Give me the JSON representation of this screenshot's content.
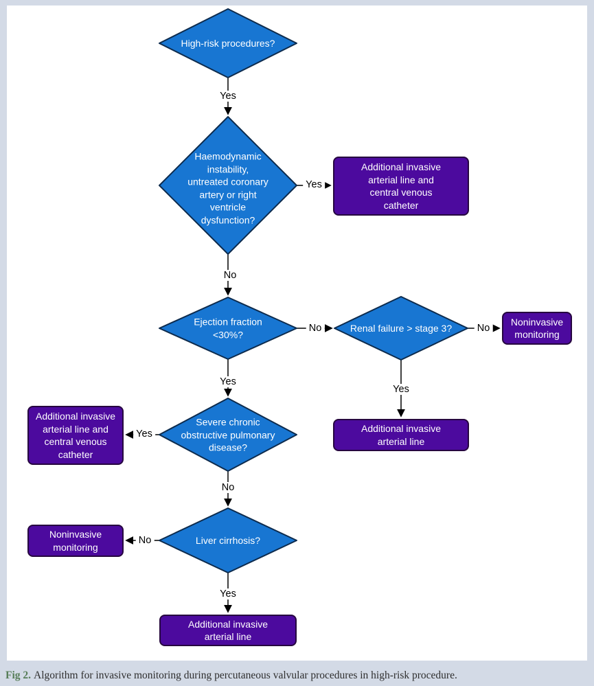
{
  "colors": {
    "decision_fill": "#1876d2",
    "decision_border": "#0d2b4d",
    "action_fill": "#4c0a9e",
    "action_border": "#26063f",
    "frame_background": "#d3dae6",
    "caption_label_green": "#567d57",
    "connector_black": "#000000",
    "node_text_white": "#ffffff"
  },
  "flowchart": {
    "decisions": {
      "high_risk": "High-risk procedures?",
      "haemodynamic": "Haemodynamic\ninstability,\nuntreated coronary\nartery or right\nventricle\ndysfunction?",
      "ejection": "Ejection fraction\n<30%?",
      "renal": "Renal failure > stage 3?",
      "copd": "Severe chronic\nobstructive pulmonary\ndisease?",
      "liver": "Liver cirrhosis?"
    },
    "actions": {
      "art_cvc_right": "Additional invasive\narterial line and\ncentral venous\ncatheter",
      "noninvasive_right": "Noninvasive\nmonitoring",
      "art_line_mid": "Additional invasive\narterial line",
      "art_cvc_left": "Additional invasive\narterial line and\ncentral venous\ncatheter",
      "noninvasive_left": "Noninvasive\nmonitoring",
      "art_line_bottom": "Additional invasive\narterial line"
    },
    "edge_labels": {
      "e0": "Yes",
      "e1": "Yes",
      "e2": "No",
      "e3": "No",
      "e4": "No",
      "e5": "Yes",
      "e6": "Yes",
      "e7": "Yes",
      "e8": "No",
      "e9": "No",
      "e10": "Yes"
    }
  },
  "caption": {
    "label": "Fig 2.",
    "text": "Algorithm for invasive monitoring during percutaneous valvular procedures in high-risk procedure."
  }
}
